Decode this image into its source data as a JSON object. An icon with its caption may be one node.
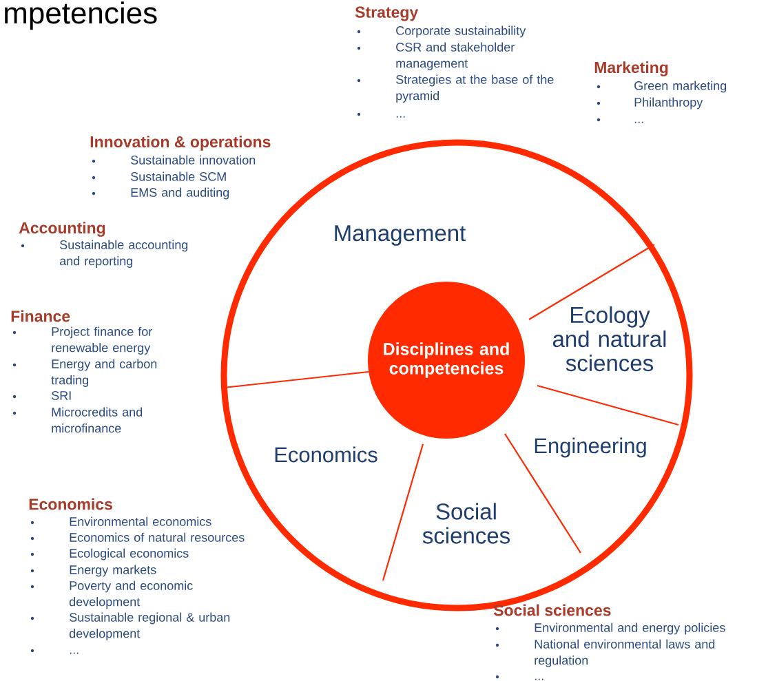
{
  "diagram": {
    "title": "mpetencies",
    "nodes": [
      {
        "text": [],
        "shape": "circle"
      },
      {
        "text": [
          "Management"
        ],
        "in": 0
      },
      {
        "text": [
          "Ecology and natural sciences"
        ],
        "in": 0
      },
      {
        "text": [
          "Disciplines and competencies"
        ],
        "in": 0
      },
      {
        "text": [
          "Economics"
        ],
        "in": 0
      },
      {
        "text": [
          "Engineering"
        ],
        "in": 0
      },
      {
        "text": [
          "Social sciences"
        ],
        "in": 0
      }
    ],
    "labels": [
      "Strategy",
      "Corporate sustainability",
      "CSR and stakeholder management",
      "Strategies at the base of the pyramid",
      "...",
      "Marketing",
      "Green marketing",
      "Philanthropy",
      "...",
      "Innovation & operations",
      "Sustainable innovation",
      "Sustainable SCM",
      "EMS and auditing",
      "Accounting",
      "Sustainable accounting and reporting",
      "Finance",
      "Project finance for renewable energy",
      "Energy and carbon trading",
      "SRI",
      "Microcredits and microfinance",
      "Economics",
      "Environmental economics",
      "Economics of natural resources",
      "Ecological economics",
      "Energy markets",
      "Poverty and economic development",
      "Sustainable regional & urban development",
      "...",
      "Social sciences",
      "Environmental and energy policies",
      "National environmental laws and regulation",
      "..."
    ]
  }
}
